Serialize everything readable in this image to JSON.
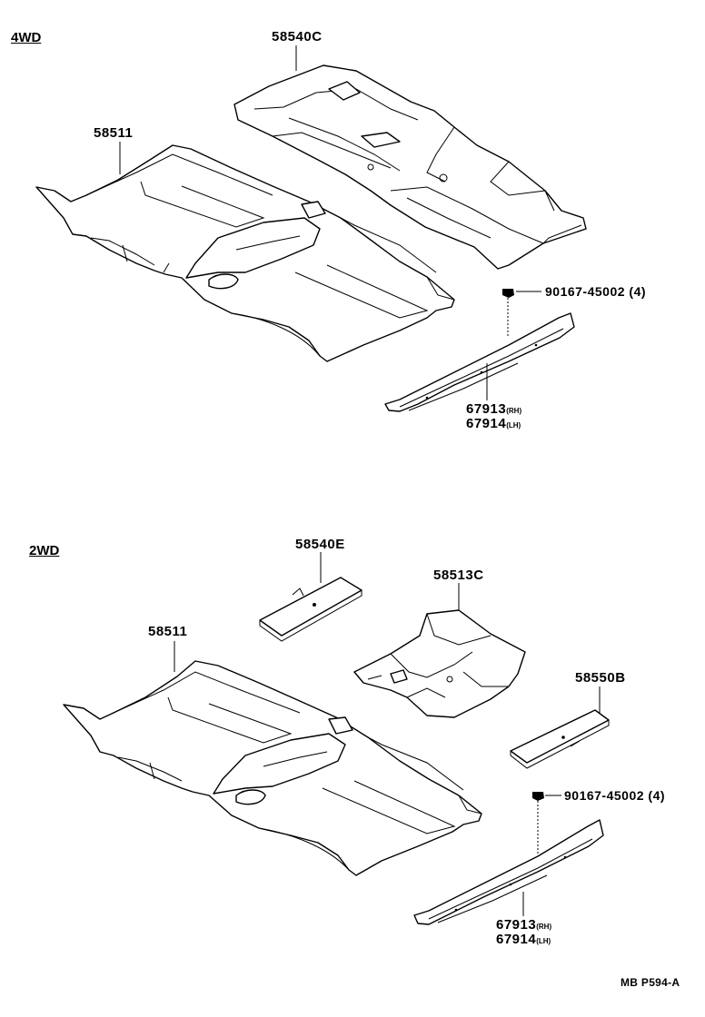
{
  "sections": {
    "top": "4WD",
    "bottom": "2WD"
  },
  "labels": {
    "top_rear_mat": "58540C",
    "top_front_mat": "58511",
    "top_clip": "90167-45002 (4)",
    "top_scuff_rh_num": "67913",
    "top_scuff_rh_side": "(RH)",
    "top_scuff_lh_num": "67914",
    "top_scuff_lh_side": "(LH)",
    "bot_panel_e": "58540E",
    "bot_center": "58513C",
    "bot_front_mat": "58511",
    "bot_panel_b": "58550B",
    "bot_clip": "90167-45002 (4)",
    "bot_scuff_rh_num": "67913",
    "bot_scuff_rh_side": "(RH)",
    "bot_scuff_lh_num": "67914",
    "bot_scuff_lh_side": "(LH)"
  },
  "drawing_code": "MB P594-A"
}
